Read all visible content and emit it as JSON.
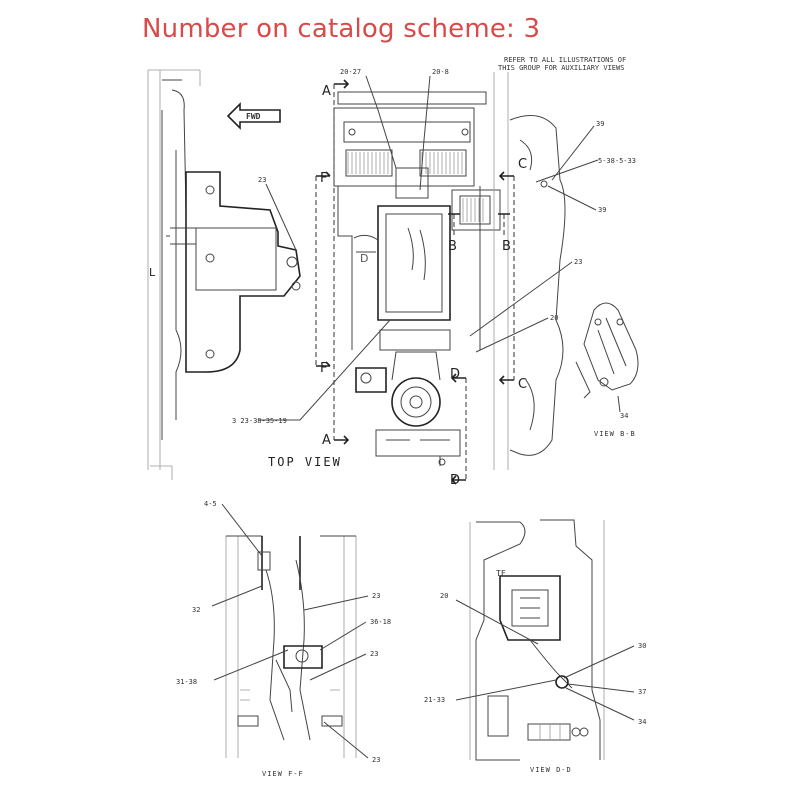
{
  "header": {
    "title": "Number on catalog scheme: 3"
  },
  "note": {
    "line1": "REFER TO ALL ILLUSTRATIONS OF",
    "line2": "THIS GROUP FOR AUXILIARY VIEWS"
  },
  "top_view": {
    "fwd": "FWD",
    "caption": "TOP VIEW",
    "section_a_top": "A",
    "section_a_bottom": "A",
    "section_b_left": "B",
    "section_b_right": "B",
    "section_c_top": "C",
    "section_c_bottom": "C",
    "section_d_top": "D",
    "section_d_bottom": "D",
    "section_f_top": "F",
    "section_f_bottom": "F",
    "callout_20_27": "20-27",
    "callout_20_8": "20-8",
    "callout_23_left": "23",
    "callout_39_top": "39",
    "callout_ref": "5-38-5-33",
    "callout_39_bottom": "39",
    "callout_23_right": "23",
    "callout_20_right": "20",
    "callout_ref_bottom": "3 23-38-35-19"
  },
  "view_bb": {
    "callout_34": "34",
    "caption": "VIEW B-B"
  },
  "view_ff": {
    "callout_4_5": "4-5",
    "callout_32": "32",
    "callout_23_a": "23",
    "callout_36_18": "36-18",
    "callout_23_b": "23",
    "callout_31_38": "31-38",
    "callout_23_c": "23",
    "caption": "VIEW F-F"
  },
  "view_dd": {
    "callout_20_left": "20",
    "callout_30": "30",
    "callout_37": "37",
    "callout_21_33": "21-33",
    "callout_34": "34",
    "caption": "VIEW D-D"
  }
}
